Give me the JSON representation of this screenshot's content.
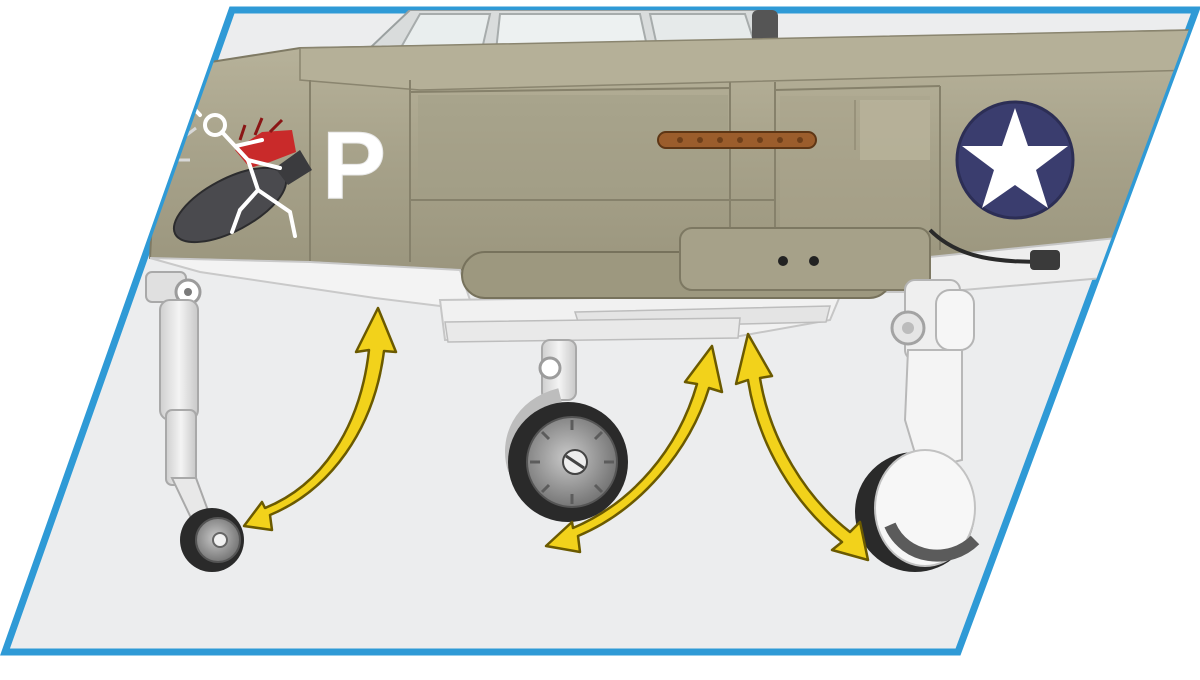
{
  "scene": {
    "subject": "aircraft-model-landing-gear",
    "colors": {
      "background": "#ffffff",
      "panel_fill": "#ecedee",
      "panel_border": "#2f9ad6",
      "fuselage": "#a9a48c",
      "fuselage_dark": "#8f8a73",
      "fuselage_light": "#bdb8a1",
      "underbelly": "#f3f3f3",
      "roundel_blue": "#3a3d6e",
      "arrow_yellow": "#f2d21b",
      "arrow_outline": "#6b5a00",
      "tire": "#2a2a2a",
      "hub": "#8a8a8a"
    }
  },
  "fuselage_marking": {
    "letter": "P"
  },
  "icons": {
    "roundel": "star-roundel-icon",
    "nose_art": "skeleton-bomb-nose-art"
  },
  "arrows": [
    {
      "name": "nose-gear-arrow"
    },
    {
      "name": "main-gear-left-arrow"
    },
    {
      "name": "main-gear-right-arrow"
    }
  ]
}
